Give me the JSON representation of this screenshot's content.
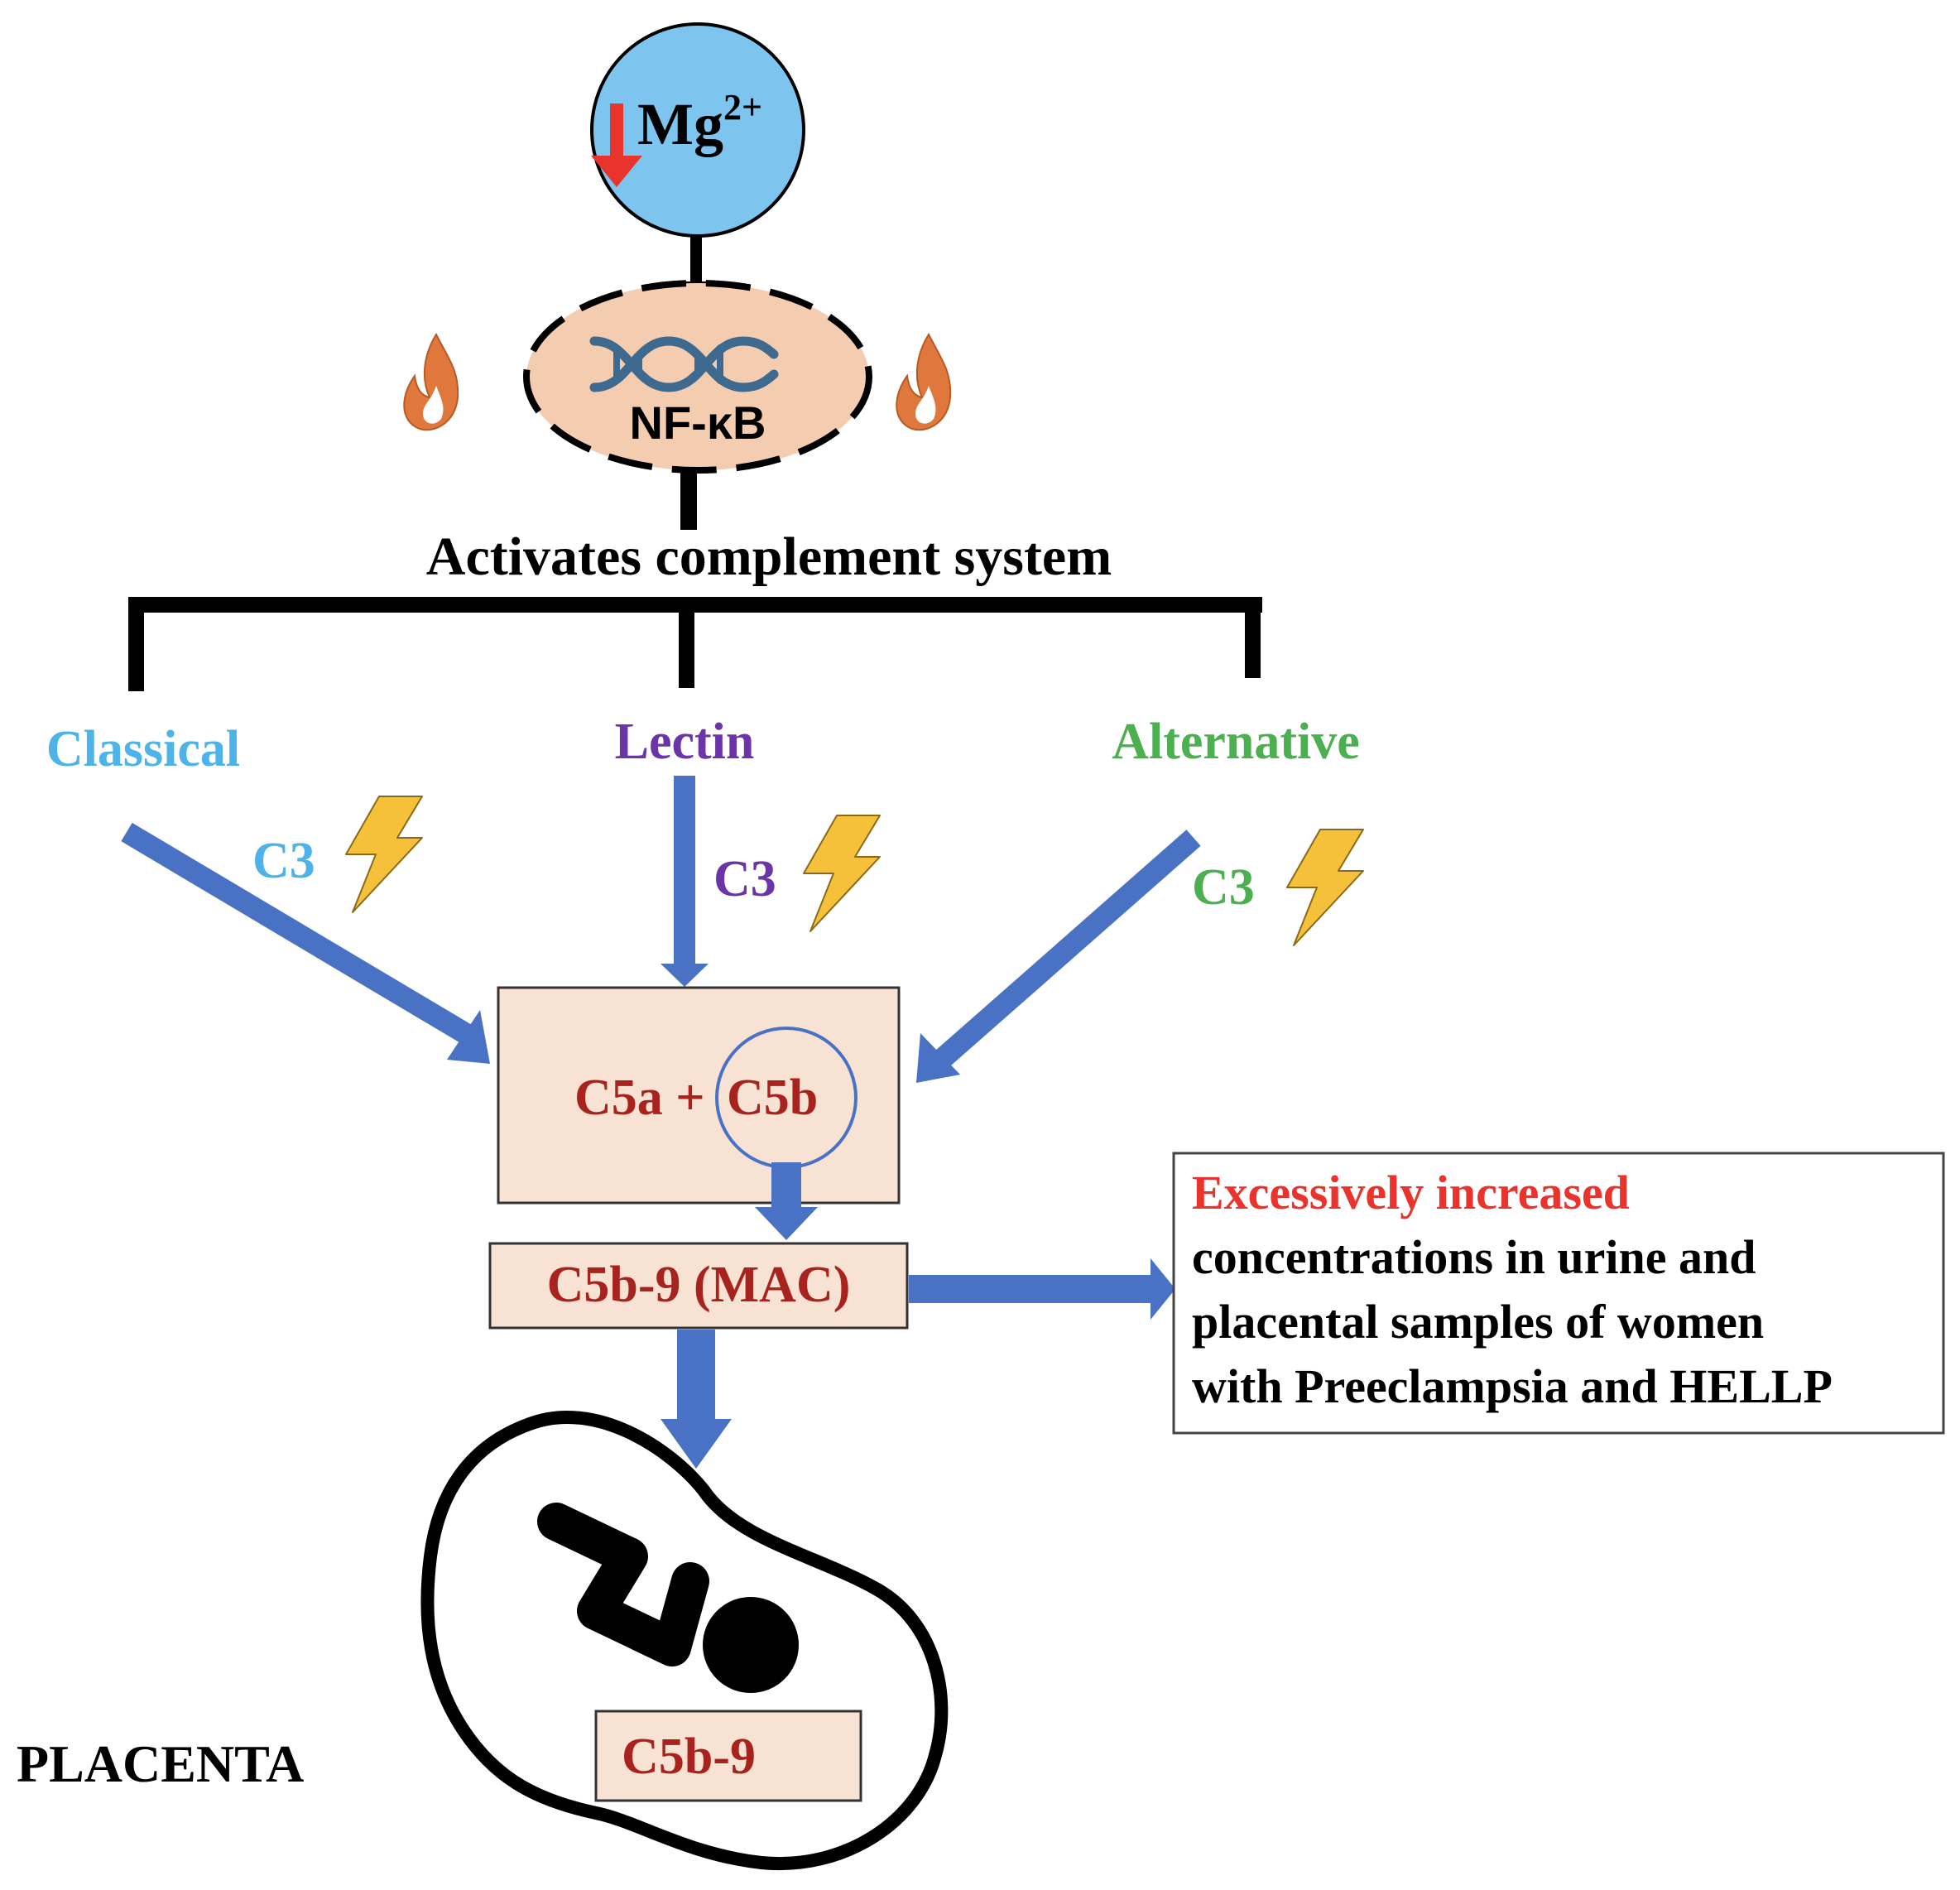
{
  "mg_node": {
    "label": "Mg",
    "superscript": "2+"
  },
  "nfkb_node": {
    "label": "NF-κB"
  },
  "activation_label": "Activates complement system",
  "pathways": [
    {
      "name": "Classical",
      "component": "C3",
      "color": "#4db3e8"
    },
    {
      "name": "Lectin",
      "component": "C3",
      "color": "#6b35a8"
    },
    {
      "name": "Alternative",
      "component": "C3",
      "color": "#4caf50"
    }
  ],
  "c5_box": {
    "left_label": "C5a +",
    "right_label": "C5b"
  },
  "mac_box": {
    "label": "C5b-9 (MAC)"
  },
  "info_box": {
    "highlight": "Excessively increased",
    "lines": [
      "concentrations in urine and",
      "placental samples of women",
      "with Preeclampsia and HELLP"
    ]
  },
  "placenta_label": "PLACENTA",
  "placenta_box": {
    "label": "C5b-9"
  },
  "colors": {
    "arrow_blue": "#4a72c4",
    "dark_red": "#a8221e",
    "bright_red": "#e8342c",
    "box_fill": "#f8e2d4",
    "mg_fill": "#7dc4ee",
    "nfkb_fill": "#f4cdb0",
    "dna_blue": "#3d6a8e",
    "flame": "#e0773c",
    "bolt": "#f5c13a"
  },
  "icons": [
    "down-arrow-icon",
    "dna-icon",
    "flame-icon",
    "lightning-bolt-icon",
    "fetus-icon"
  ]
}
